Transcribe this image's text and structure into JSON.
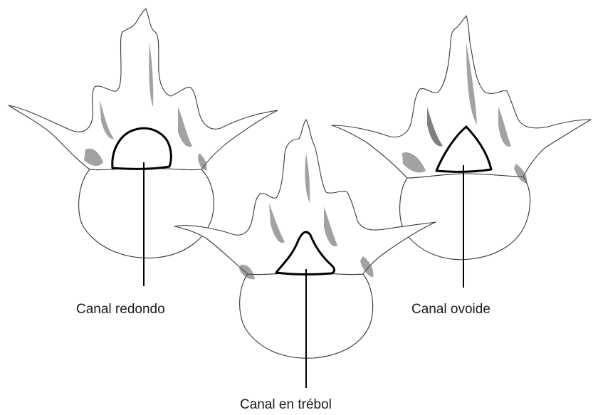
{
  "labels": {
    "left": "Canal redondo",
    "right": "Canal ovoide",
    "center": "Canal en trébol"
  }
}
